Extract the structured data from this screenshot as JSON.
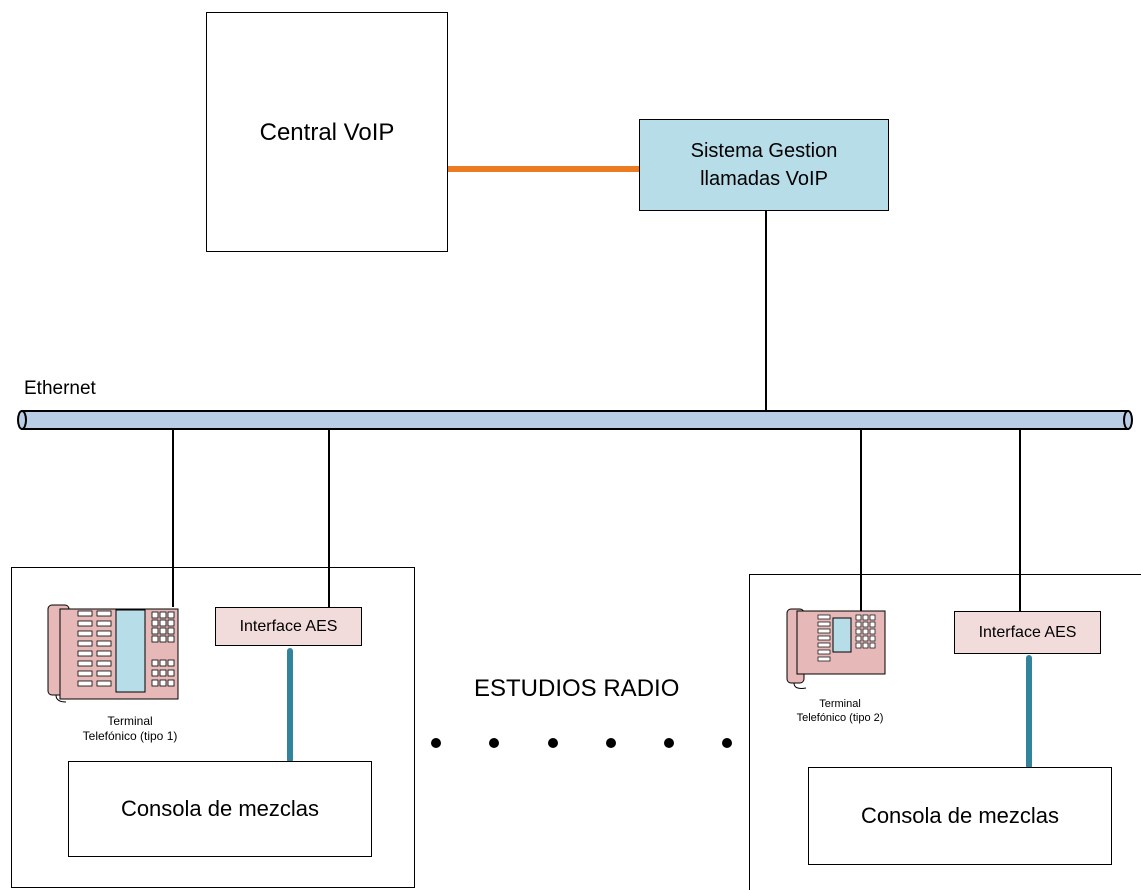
{
  "central": {
    "label": "Central VoIP"
  },
  "gestion": {
    "label_line1": "Sistema Gestion",
    "label_line2": "llamadas VoIP"
  },
  "network": {
    "label": "Ethernet"
  },
  "middle": {
    "label": "ESTUDIOS RADIO"
  },
  "studio_left": {
    "phone_caption_line1": "Terminal",
    "phone_caption_line2": "Telefónico (tipo 1)",
    "interface_label": "Interface AES",
    "console_label": "Consola de mezclas"
  },
  "studio_right": {
    "phone_caption_line1": "Terminal",
    "phone_caption_line2": "Telefónico (tipo 2)",
    "interface_label": "Interface AES",
    "console_label": "Consola de mezclas"
  },
  "colors": {
    "orange_link": "#ec7c22",
    "teal_link": "#31849b",
    "gestion_fill": "#b7dde8",
    "interface_fill": "#f2dcdb",
    "phone_fill": "#e6b9b8",
    "phone_screen": "#b7dde8",
    "ethernet_fill": "#b9cde5"
  }
}
